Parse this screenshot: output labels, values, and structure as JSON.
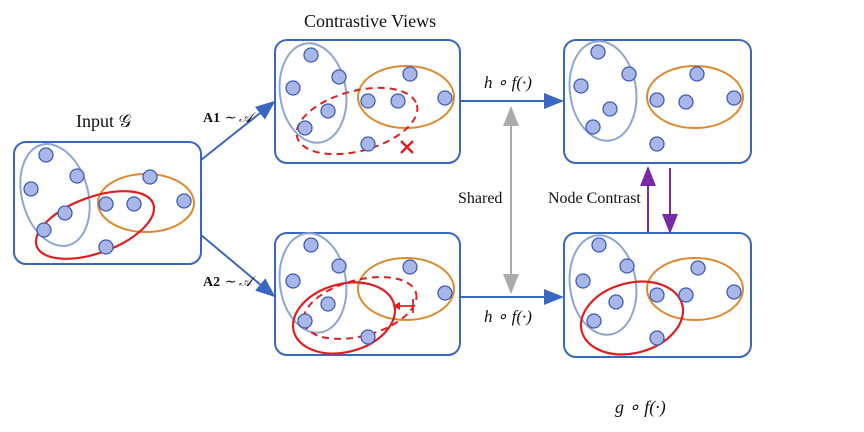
{
  "labels": {
    "input": "Input 𝒢",
    "views_title": "Contrastive Views",
    "aug1_bold": "A1",
    "aug1_rest": " ∼ 𝒜",
    "aug2_bold": "A2",
    "aug2_rest": " ∼ 𝒜",
    "encoder_top": "h ∘ f(·)",
    "encoder_bottom": "h ∘ f(·)",
    "shared": "Shared",
    "node_contrast": "Node Contrast",
    "projector": "g ∘ f(·)"
  },
  "colors": {
    "box_border": "#3a67c2",
    "node_fill": "#a9b7e8",
    "node_stroke": "#3f5cb8",
    "cluster_blue": "#8ea6d4",
    "cluster_orange": "#e08a2e",
    "cluster_red": "#e02020",
    "arrow_blue": "#3a67c2",
    "shared_gray": "#aaaaaa",
    "contrast_purple": "#7a2aa8",
    "cross_red": "#e02020"
  }
}
